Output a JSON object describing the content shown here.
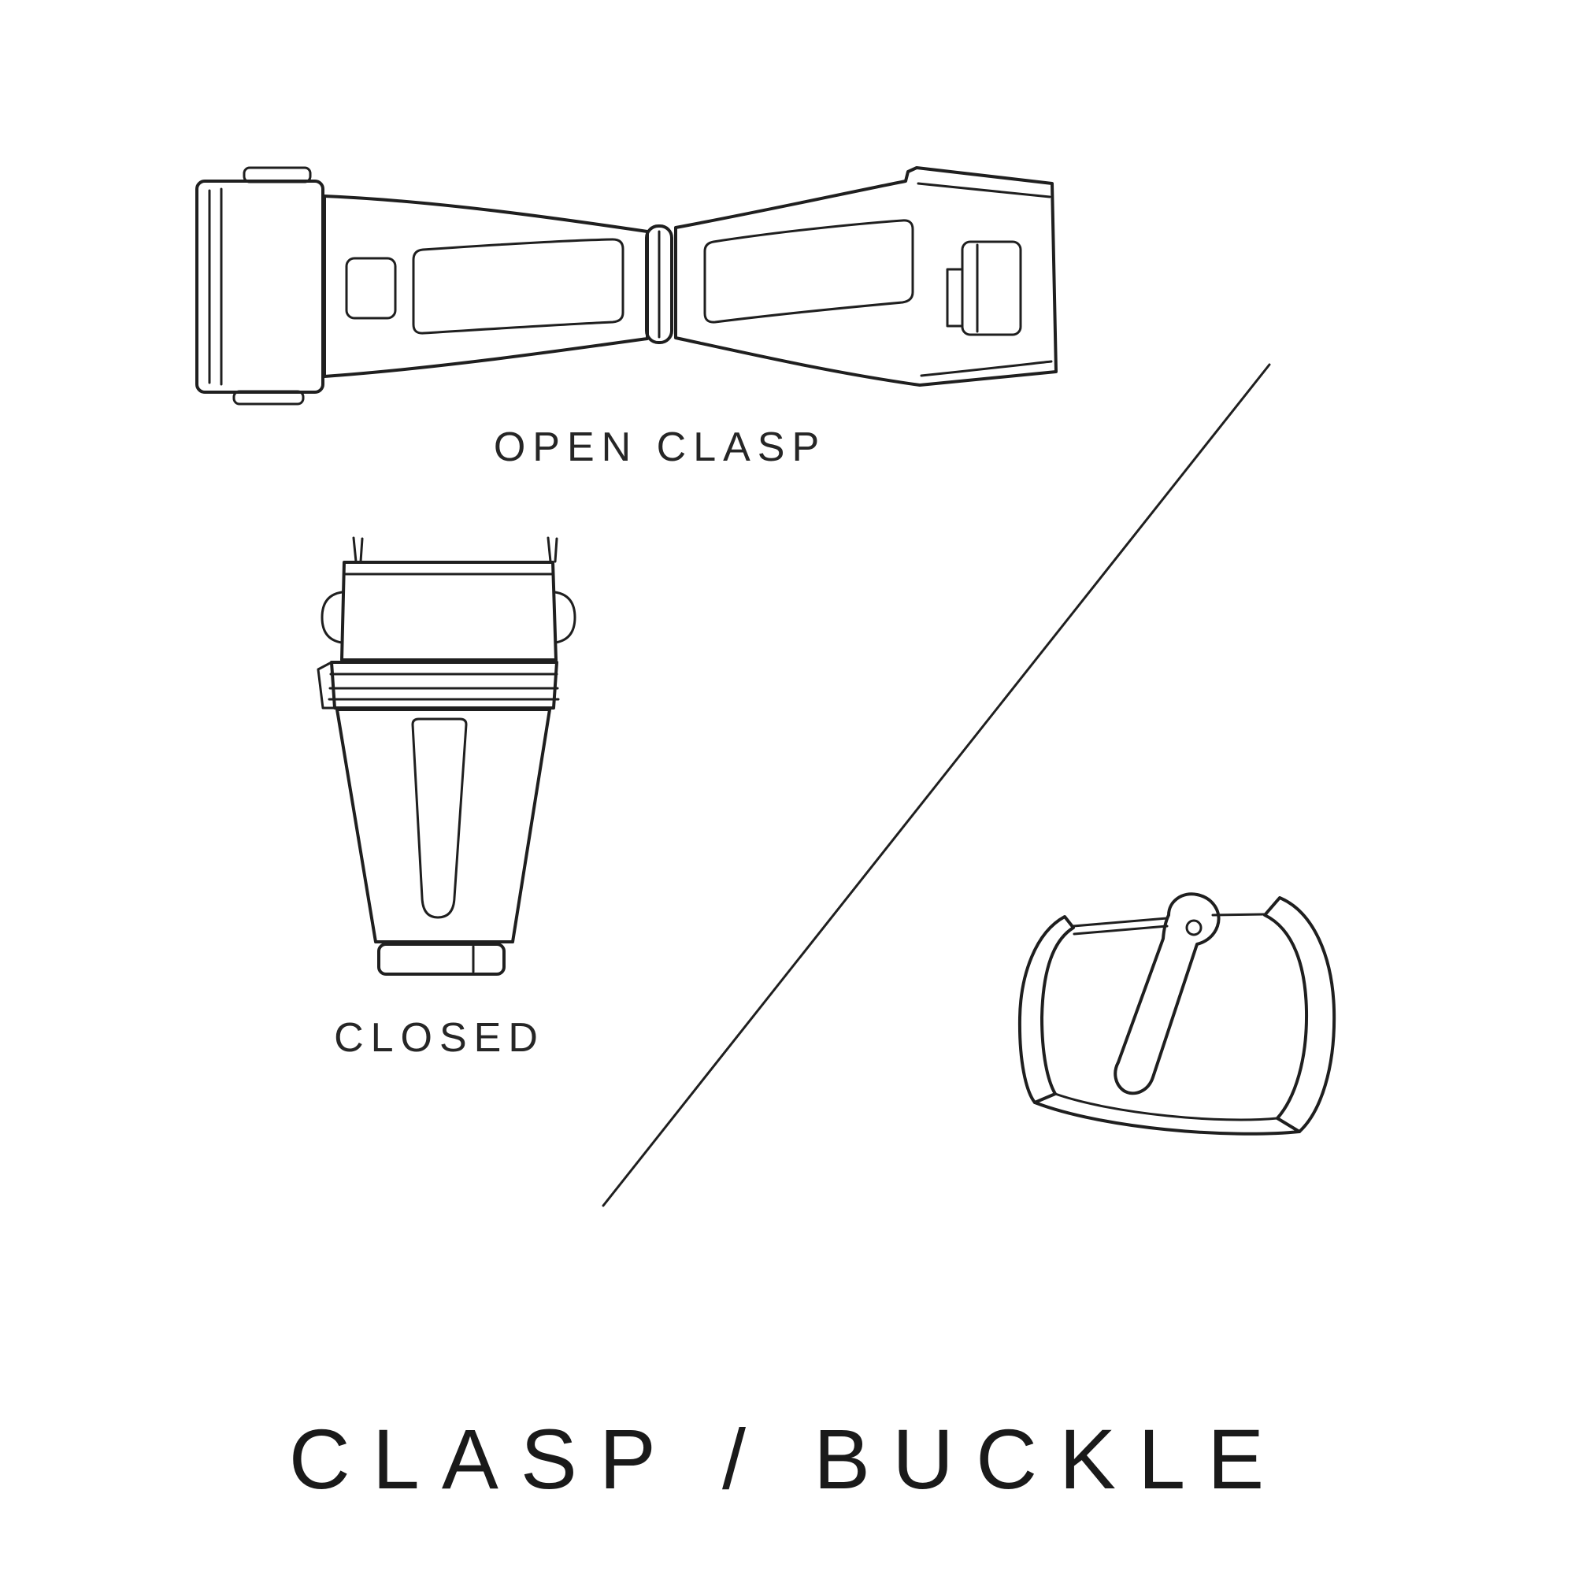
{
  "page": {
    "background_color": "#ffffff",
    "line_color": "#1f1f1f",
    "text_color": "#262626",
    "title": "CLASP / BUCKLE"
  },
  "figures": {
    "open_clasp": {
      "label": "OPEN CLASP",
      "icon": "open-deployant-clasp-line-drawing"
    },
    "closed_clasp": {
      "label": "CLOSED",
      "icon": "closed-deployant-clasp-line-drawing"
    },
    "buckle": {
      "icon": "tang-buckle-line-drawing"
    },
    "divider": {
      "icon": "diagonal-divider-line"
    }
  }
}
